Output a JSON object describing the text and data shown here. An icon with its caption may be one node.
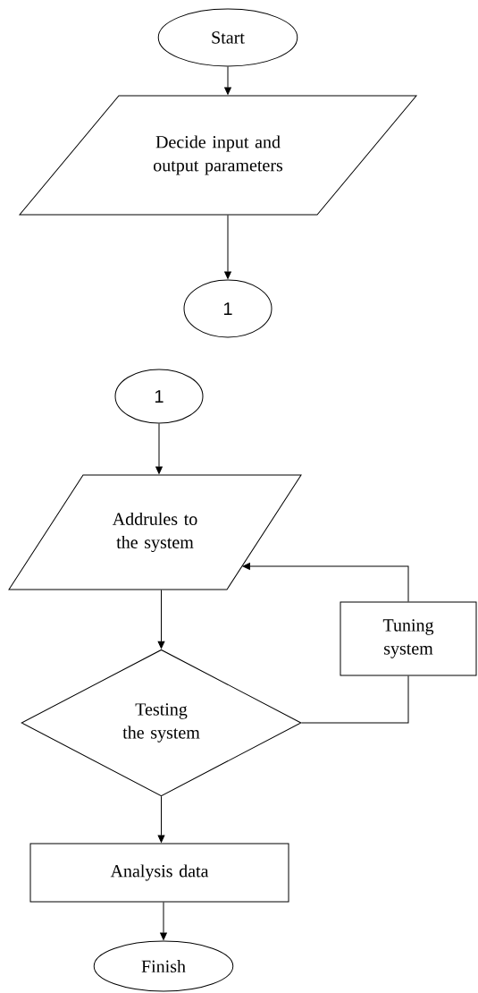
{
  "diagram": {
    "nodes": [
      {
        "text": [
          "Start"
        ]
      },
      {
        "text": [
          "Decide input and output parameters"
        ]
      },
      {
        "text": [
          "1"
        ]
      },
      {
        "text": [
          "1"
        ]
      },
      {
        "text": [
          "Addrules to the system"
        ]
      },
      {
        "text": [
          "Tuning system"
        ]
      },
      {
        "text": [
          "Testing the system"
        ]
      },
      {
        "text": [
          "Analysis data"
        ]
      },
      {
        "text": [
          "Finish"
        ]
      }
    ],
    "edges": [
      {
        "from": 0,
        "to": 1,
        "arrow": "to"
      },
      {
        "from": 1,
        "to": 2,
        "arrow": "to"
      },
      {
        "from": 3,
        "to": 4,
        "arrow": "to"
      },
      {
        "from": 4,
        "to": 6,
        "arrow": "to"
      },
      {
        "from": 6,
        "to": 5,
        "arrow": "none"
      },
      {
        "from": 5,
        "to": 4,
        "arrow": "to"
      },
      {
        "from": 6,
        "to": 7,
        "arrow": "to"
      },
      {
        "from": 7,
        "to": 8,
        "arrow": "to"
      }
    ]
  }
}
